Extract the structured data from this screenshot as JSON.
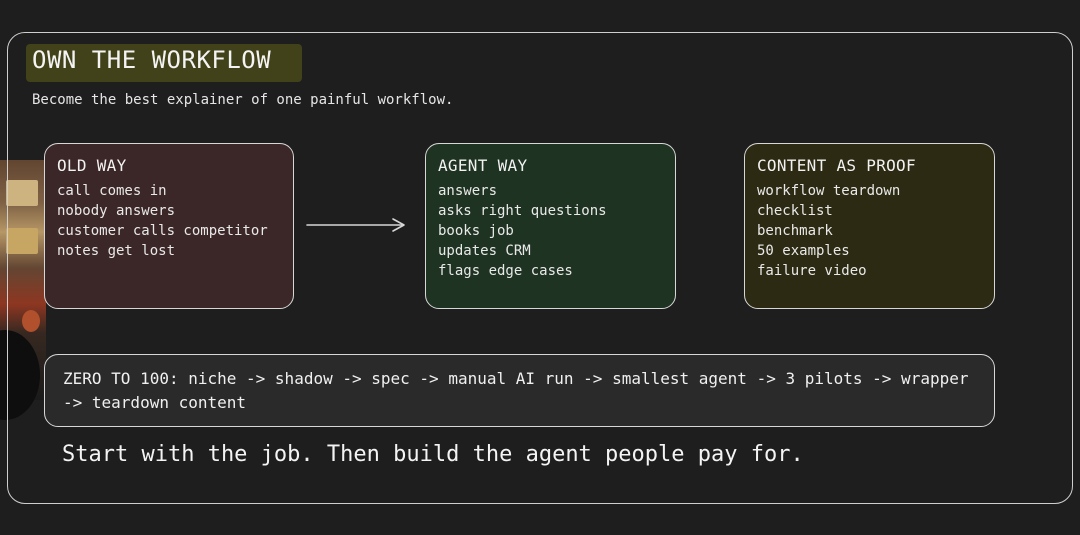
{
  "title": "OWN THE WORKFLOW",
  "subtitle": "Become the best explainer of one painful workflow.",
  "cards": [
    {
      "title": "OLD WAY",
      "items": [
        "call comes in",
        "nobody answers",
        "customer calls competitor",
        "notes get lost"
      ]
    },
    {
      "title": "AGENT WAY",
      "items": [
        "answers",
        "asks right questions",
        "books job",
        "updates CRM",
        "flags edge cases"
      ]
    },
    {
      "title": "CONTENT AS PROOF",
      "items": [
        "workflow teardown",
        "checklist",
        "benchmark",
        "50 examples",
        "failure video"
      ]
    }
  ],
  "flow": "ZERO TO 100: niche -> shadow -> spec -> manual AI run -> smallest agent -> 3 pilots -> wrapper -> teardown content",
  "tagline": "Start with the job. Then build the agent people pay for.",
  "colors": {
    "old_way_fill": "#3c2728",
    "agent_way_fill": "#1f3322",
    "proof_fill": "#2c2a12",
    "title_highlight": "#44441a"
  }
}
